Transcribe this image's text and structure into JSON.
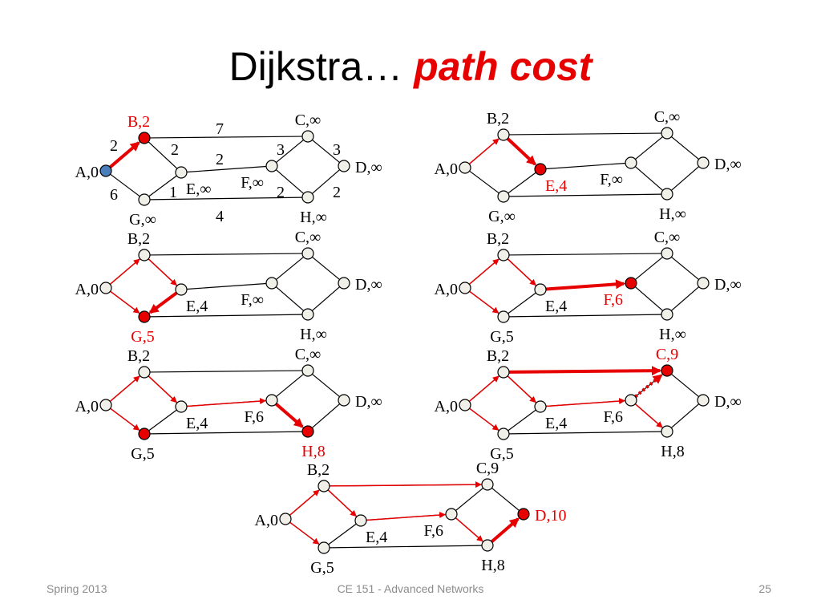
{
  "slide": {
    "title_plain": "Dijkstra… ",
    "title_emphasis": "path cost",
    "footer_left": "Spring 2013",
    "footer_center": "CE 151 - Advanced Networks",
    "footer_right": "25"
  },
  "colors": {
    "highlight": "#e60000",
    "source_node": "#4a7ebb",
    "node_fill": "#f0f0e8",
    "edge": "#000000"
  },
  "edges": [
    "A-B",
    "A-G",
    "B-E",
    "B-C",
    "E-G",
    "E-F",
    "G-H",
    "F-C",
    "F-H",
    "C-D",
    "H-D"
  ],
  "edge_weights": [
    {
      "edge": "A-B",
      "w": "2"
    },
    {
      "edge": "A-G",
      "w": "6"
    },
    {
      "edge": "B-E",
      "w": "2"
    },
    {
      "edge": "B-C",
      "w": "7"
    },
    {
      "edge": "E-F",
      "w": "2"
    },
    {
      "edge": "E-G",
      "w": "1"
    },
    {
      "edge": "G-H",
      "w": "4"
    },
    {
      "edge": "F-C",
      "w": "3"
    },
    {
      "edge": "F-H",
      "w": "2"
    },
    {
      "edge": "C-D",
      "w": "3"
    },
    {
      "edge": "H-D",
      "w": "2"
    }
  ],
  "steps": [
    {
      "nodes": {
        "A": {
          "label": "A,0",
          "state": "source"
        },
        "B": {
          "label": "B,2",
          "state": "current",
          "red_label": true
        },
        "C": {
          "label": "C,∞"
        },
        "D": {
          "label": "D,∞"
        },
        "E": {
          "label": "E,∞"
        },
        "F": {
          "label": "F,∞"
        },
        "G": {
          "label": "G,∞"
        },
        "H": {
          "label": "H,∞"
        }
      },
      "tree": [],
      "current": [
        "A-B"
      ],
      "dotted": [],
      "show_weights": true
    },
    {
      "nodes": {
        "A": {
          "label": "A,0"
        },
        "B": {
          "label": "B,2"
        },
        "C": {
          "label": "C,∞"
        },
        "D": {
          "label": "D,∞"
        },
        "E": {
          "label": "E,4",
          "state": "current",
          "red_label": true
        },
        "F": {
          "label": "F,∞"
        },
        "G": {
          "label": "G,∞"
        },
        "H": {
          "label": "H,∞"
        }
      },
      "tree": [
        "A-B"
      ],
      "current": [
        "B-E"
      ],
      "dotted": []
    },
    {
      "nodes": {
        "A": {
          "label": "A,0"
        },
        "B": {
          "label": "B,2"
        },
        "C": {
          "label": "C,∞"
        },
        "D": {
          "label": "D,∞"
        },
        "E": {
          "label": "E,4"
        },
        "F": {
          "label": "F,∞"
        },
        "G": {
          "label": "G,5",
          "state": "current",
          "red_label": true
        },
        "H": {
          "label": "H,∞"
        }
      },
      "tree": [
        "A-B",
        "B-E",
        "A-G"
      ],
      "current": [
        "E-G"
      ],
      "dotted": []
    },
    {
      "nodes": {
        "A": {
          "label": "A,0"
        },
        "B": {
          "label": "B,2"
        },
        "C": {
          "label": "C,∞"
        },
        "D": {
          "label": "D,∞"
        },
        "E": {
          "label": "E,4"
        },
        "F": {
          "label": "F,6",
          "state": "current",
          "red_label": true
        },
        "G": {
          "label": "G,5"
        },
        "H": {
          "label": "H,∞"
        }
      },
      "tree": [
        "A-B",
        "B-E",
        "A-G"
      ],
      "current": [
        "E-F"
      ],
      "dotted": []
    },
    {
      "nodes": {
        "A": {
          "label": "A,0"
        },
        "B": {
          "label": "B,2"
        },
        "C": {
          "label": "C,∞"
        },
        "D": {
          "label": "D,∞"
        },
        "E": {
          "label": "E,4"
        },
        "F": {
          "label": "F,6"
        },
        "G": {
          "label": "G,5",
          "state": "done"
        },
        "H": {
          "label": "H,8",
          "state": "current",
          "red_label": true
        }
      },
      "tree": [
        "A-B",
        "B-E",
        "A-G",
        "E-F"
      ],
      "current": [
        "F-H"
      ],
      "dotted": []
    },
    {
      "nodes": {
        "A": {
          "label": "A,0"
        },
        "B": {
          "label": "B,2"
        },
        "C": {
          "label": "C,9",
          "state": "current",
          "red_label": true
        },
        "D": {
          "label": "D,∞"
        },
        "E": {
          "label": "E,4"
        },
        "F": {
          "label": "F,6"
        },
        "G": {
          "label": "G,5"
        },
        "H": {
          "label": "H,8"
        }
      },
      "tree": [
        "A-B",
        "B-E",
        "A-G",
        "E-F",
        "F-H"
      ],
      "current": [
        "B-C"
      ],
      "dotted": [
        "F-C"
      ]
    },
    {
      "nodes": {
        "A": {
          "label": "A,0"
        },
        "B": {
          "label": "B,2"
        },
        "C": {
          "label": "C,9"
        },
        "D": {
          "label": "D,10",
          "state": "current",
          "red_label": true
        },
        "E": {
          "label": "E,4"
        },
        "F": {
          "label": "F,6"
        },
        "G": {
          "label": "G,5"
        },
        "H": {
          "label": "H,8"
        }
      },
      "tree": [
        "A-B",
        "B-E",
        "A-G",
        "E-F",
        "F-H",
        "B-C"
      ],
      "current": [
        "H-D"
      ],
      "dotted": []
    }
  ]
}
